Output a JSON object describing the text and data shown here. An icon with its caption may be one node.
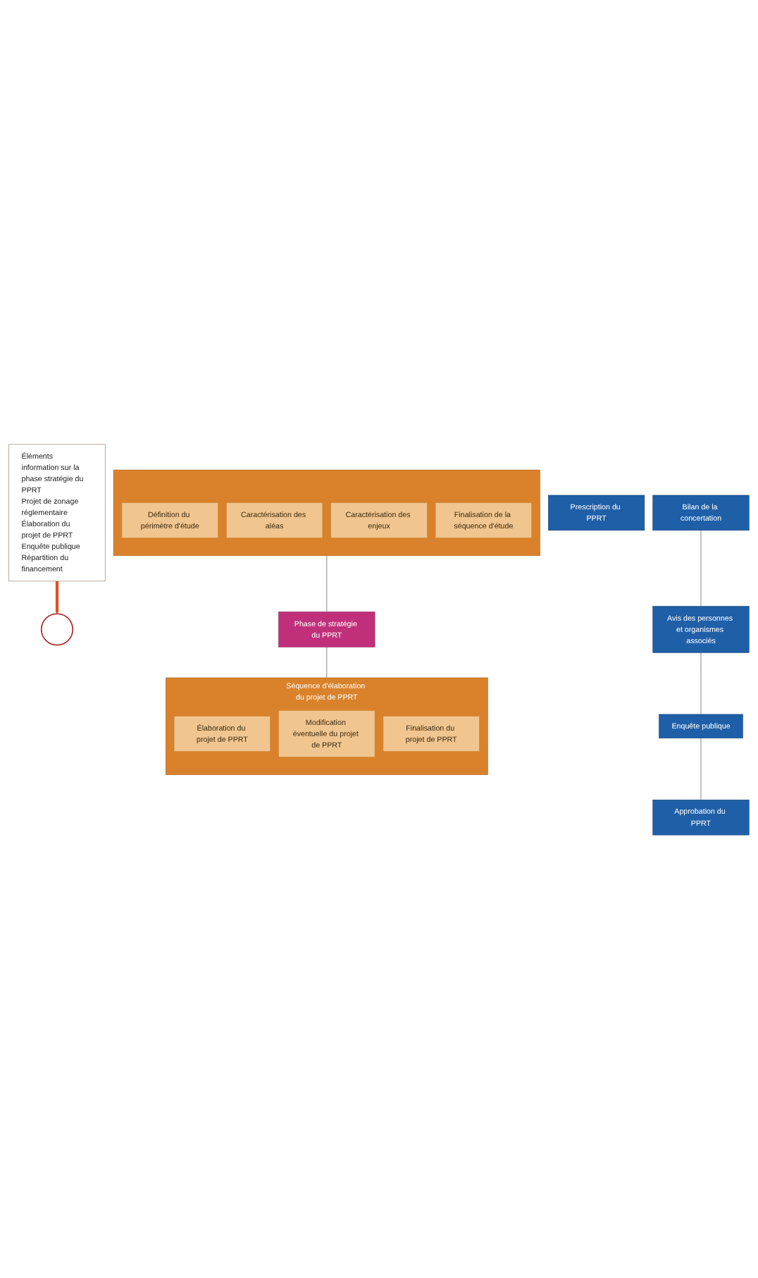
{
  "diagram": {
    "nodes": [
      {
        "text": [
          "Éléments information sur la phase stratégie du PPRT",
          "Projet de zonage réglementaire",
          "Élaboration du projet de PPRT",
          "Enquête publique",
          "Répartition du financement"
        ]
      },
      {
        "text": [],
        "shape": "circle"
      },
      {
        "text": [
          "Prescription du PPRT"
        ]
      },
      {
        "text": [],
        "shape": "box"
      },
      {
        "text": [
          "Définition du périmètre d'étude"
        ],
        "in": 3
      },
      {
        "text": [
          "Caractérisation des aléas"
        ],
        "in": 3
      },
      {
        "text": [
          "Caractérisation des enjeux"
        ],
        "in": 3
      },
      {
        "text": [
          "Finalisation de la séquence d'étude"
        ],
        "in": 3
      },
      {
        "text": [
          "Phase de stratégie du PPRT"
        ]
      },
      {
        "text": [
          "Séquence d'élaboration du projet de PPRT"
        ]
      },
      {
        "text": [
          "Élaboration du projet de PPRT"
        ],
        "in": 9
      },
      {
        "text": [
          "Modification éventuelle du projet de PPRT"
        ],
        "in": 9
      },
      {
        "text": [
          "Finalisation du projet de PPRT"
        ],
        "in": 9
      },
      {
        "text": [
          "Bilan de la concertation"
        ]
      },
      {
        "text": [
          "Avis des personnes et organismes associés"
        ]
      },
      {
        "text": [
          "Enquête publique"
        ]
      },
      {
        "text": [
          "Approbation du PPRT"
        ]
      }
    ],
    "edges": [
      {
        "from": 0,
        "to": 1,
        "arrow": "to",
        "style": "thick",
        "color": "#d9541e"
      },
      {
        "from": 3,
        "to": 8,
        "arrow": "none"
      },
      {
        "from": 8,
        "to": 9,
        "arrow": "none"
      },
      {
        "from": 13,
        "to": 14,
        "arrow": "none"
      },
      {
        "from": 14,
        "to": 15,
        "arrow": "none"
      },
      {
        "from": 15,
        "to": 16,
        "arrow": "none"
      }
    ]
  }
}
